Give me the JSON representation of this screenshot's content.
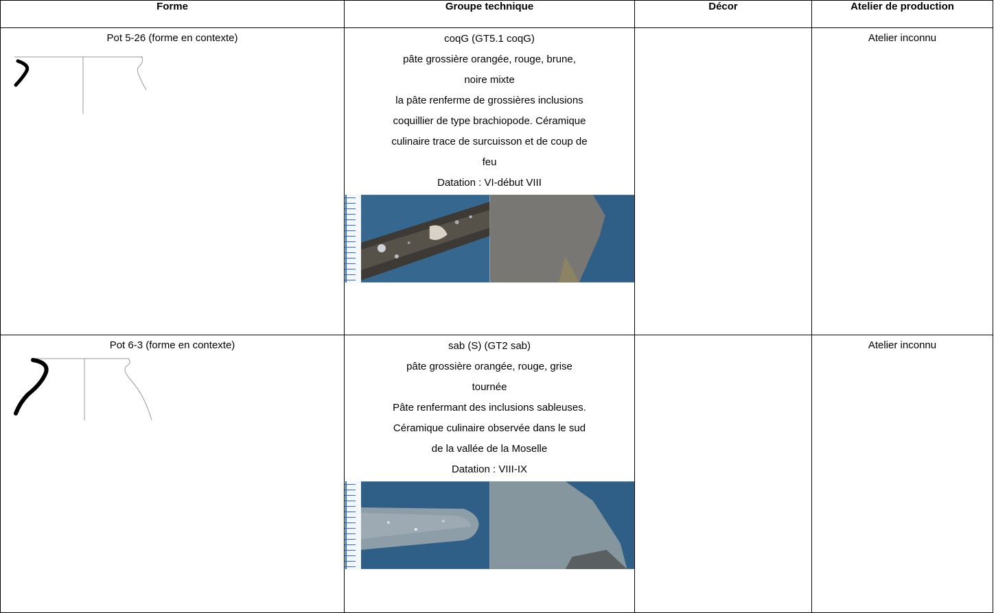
{
  "headers": {
    "forme": "Forme",
    "groupe": "Groupe technique",
    "decor": "Décor",
    "atelier": "Atelier de production"
  },
  "rows": [
    {
      "forme": "Pot 5-26 (forme  en contexte)",
      "groupe_lines": [
        "coqG (GT5.1 coqG)",
        "pâte grossière orangée, rouge, brune,",
        "noire mixte",
        "la pâte renferme de grossières inclusions",
        "coquillier de type brachiopode. Céramique",
        "culinaire trace de surcuisson et de coup de",
        "feu",
        "Datation : VI-début VIII"
      ],
      "decor": "",
      "atelier": "Atelier inconnu"
    },
    {
      "forme": "Pot 6-3 (forme  en contexte)",
      "groupe_lines": [
        "sab (S) (GT2 sab)",
        "pâte grossière orangée, rouge, grise",
        "tournée",
        "Pâte renfermant des inclusions sableuses.",
        "Céramique culinaire observée dans le sud",
        "de la vallée de la Moselle",
        "Datation : VIII-IX"
      ],
      "decor": "",
      "atelier": "Atelier inconnu"
    }
  ],
  "colors": {
    "profile": "#000000",
    "scale": "#2c6fc9"
  }
}
